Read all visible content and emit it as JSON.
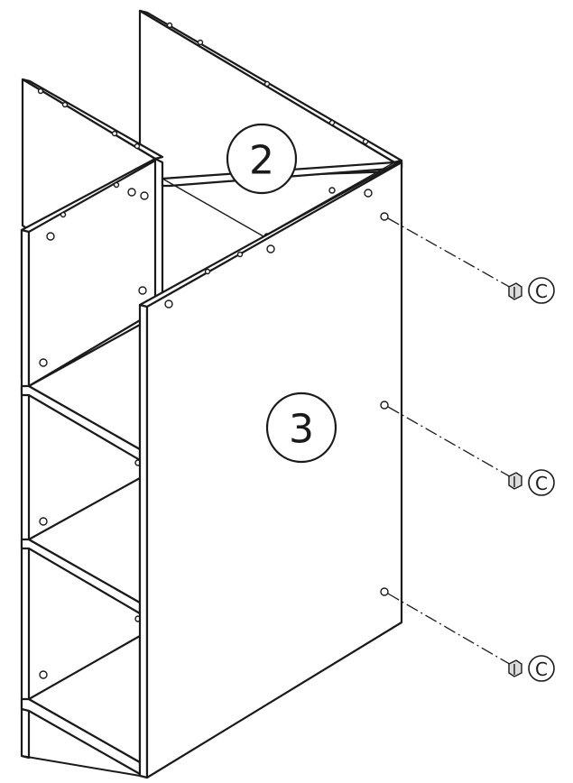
{
  "diagram": {
    "panel_labels": [
      {
        "text": "2"
      },
      {
        "text": "3"
      }
    ],
    "fastener_labels": [
      {
        "text": "C"
      },
      {
        "text": "C"
      },
      {
        "text": "C"
      }
    ]
  }
}
